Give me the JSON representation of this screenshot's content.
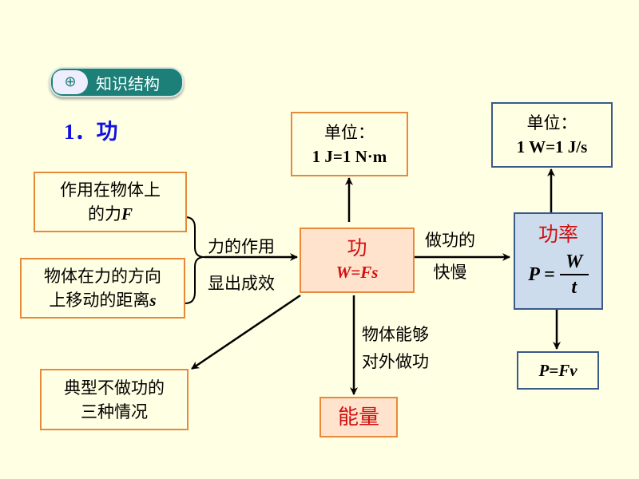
{
  "badge": {
    "label": "知识结构",
    "icon": "magnify-plus-icon"
  },
  "section_title": "1．功",
  "unit_work": {
    "label": "单位：",
    "value": "1 J=1 N·m"
  },
  "unit_power": {
    "label": "单位：",
    "value": "1 W=1 J/s"
  },
  "factor_force": {
    "line1": "作用在物体上",
    "line2": "的力",
    "symbol": "F"
  },
  "factor_distance": {
    "line1": "物体在力的方向",
    "line2": "上移动的距离",
    "symbol": "s"
  },
  "brace_label": {
    "line1": "力的作用",
    "line2": "显出成效"
  },
  "work": {
    "title": "功",
    "formula": "W=Fs"
  },
  "speed_label": {
    "line1": "做功的",
    "line2": "快慢"
  },
  "power": {
    "title": "功率",
    "lhs": "P =",
    "numerator": "W",
    "denominator": "t"
  },
  "power_alt": "P=Fv",
  "energy_label": {
    "line1": "物体能够",
    "line2": "对外做功"
  },
  "energy": "能量",
  "no_work": {
    "line1": "典型不做功的",
    "line2": "三种情况"
  }
}
